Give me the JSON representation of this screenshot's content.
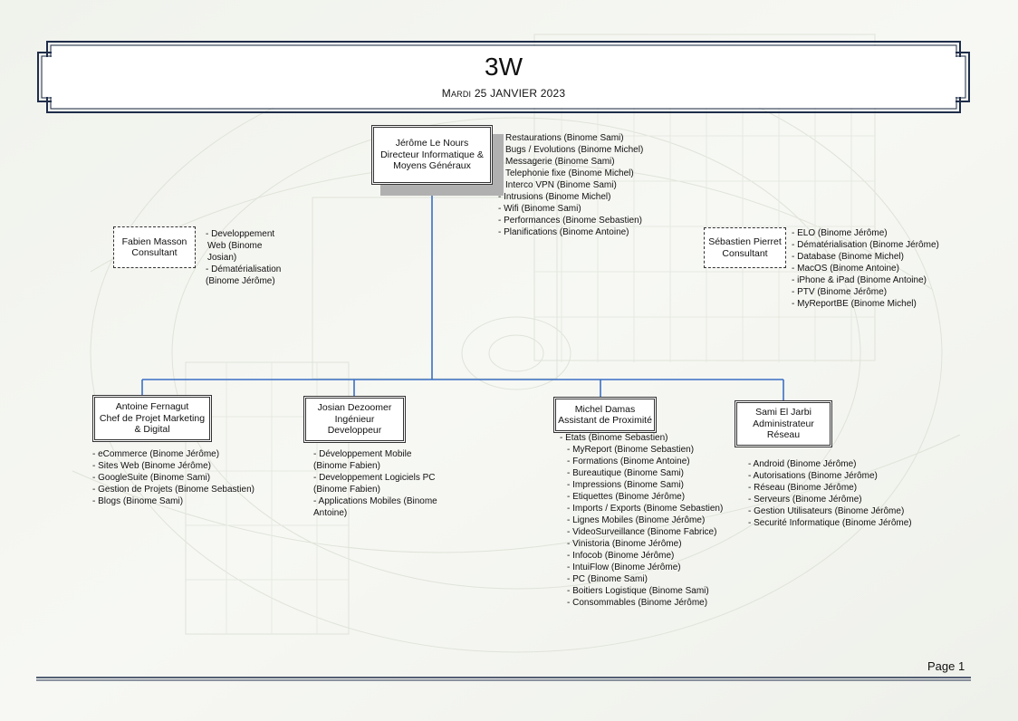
{
  "header": {
    "title": "3W",
    "date_small_caps": "Mardi 25 janvier 2023"
  },
  "colors": {
    "connector": "#3a6fc4",
    "frame": "#1f2d4a",
    "shadow": "#b0b0b0"
  },
  "nodes": {
    "director": {
      "lines": [
        "Jérôme Le Nours",
        "Directeur Informatique &",
        "Moyens Généraux"
      ],
      "tasks": [
        "Restaurations (Binome Sami)",
        "Bugs / Evolutions (Binome Michel)",
        "Messagerie (Binome Sami)",
        "Telephonie fixe (Binome Michel)",
        "Interco VPN (Binome Sami)",
        "- Intrusions (Binome Michel)",
        "- Wifi (Binome Sami)",
        "- Performances (Binome Sebastien)",
        "- Planifications (Binome Antoine)"
      ]
    },
    "fabien": {
      "lines": [
        "Fabien Masson",
        "Consultant"
      ],
      "tasks": [
        "- Developpement",
        "Web (Binome",
        "Josian)",
        "- Dématérialisation",
        "(Binome Jérôme)"
      ]
    },
    "sebastien": {
      "lines": [
        "Sébastien Pierret",
        "Consultant"
      ],
      "tasks": [
        "- ELO (Binome Jérôme)",
        "- Dématérialisation (Binome Jérôme)",
        "- Database (Binome Michel)",
        "- MacOS (Binome Antoine)",
        "- iPhone & iPad (Binome Antoine)",
        "- PTV (Binome Jérôme)",
        "- MyReportBE (Binome Michel)"
      ]
    },
    "antoine": {
      "lines": [
        "Antoine Fernagut",
        "Chef de Projet Marketing",
        "& Digital"
      ],
      "tasks": [
        "- eCommerce (Binome Jérôme)",
        "- Sites Web (Binome Jérôme)",
        "- GoogleSuite (Binome Sami)",
        "- Gestion de Projets (Binome Sebastien)",
        "- Blogs (Binome Sami)"
      ]
    },
    "josian": {
      "lines": [
        "Josian Dezoomer",
        "Ingénieur",
        "Developpeur"
      ],
      "tasks": [
        "- Développement Mobile",
        "(Binome Fabien)",
        "- Developpement Logiciels PC",
        "(Binome Fabien)",
        "- Applications Mobiles (Binome",
        "Antoine)"
      ]
    },
    "michel": {
      "lines": [
        "Michel Damas",
        "Assistant de Proximité"
      ],
      "tasks": [
        "- Etats (Binome Sebastien)",
        "- MyReport (Binome Sebastien)",
        "- Formations (Binome Antoine)",
        "- Bureautique (Binome Sami)",
        "- Impressions (Binome Sami)",
        "- Etiquettes (Binome Jérôme)",
        "- Imports / Exports (Binome Sebastien)",
        "- Lignes Mobiles (Binome Jérôme)",
        "- VideoSurveillance (Binome Fabrice)",
        "- Vinistoria (Binome Jérôme)",
        "- Infocob (Binome Jérôme)",
        "- IntuiFlow (Binome Jérôme)",
        "- PC (Binome Sami)",
        "- Boitiers Logistique (Binome Sami)",
        "- Consommables (Binome Jérôme)"
      ]
    },
    "sami": {
      "lines": [
        "Sami El Jarbi",
        "Administrateur",
        "Réseau"
      ],
      "tasks": [
        "- Android (Binome Jérôme)",
        "- Autorisations (Binome Jérôme)",
        "- Réseau (Binome Jérôme)",
        "- Serveurs (Binome Jérôme)",
        "- Gestion Utilisateurs (Binome Jérôme)",
        "- Securité Informatique (Binome Jérôme)"
      ]
    }
  },
  "footer": {
    "page_label": "Page 1"
  }
}
